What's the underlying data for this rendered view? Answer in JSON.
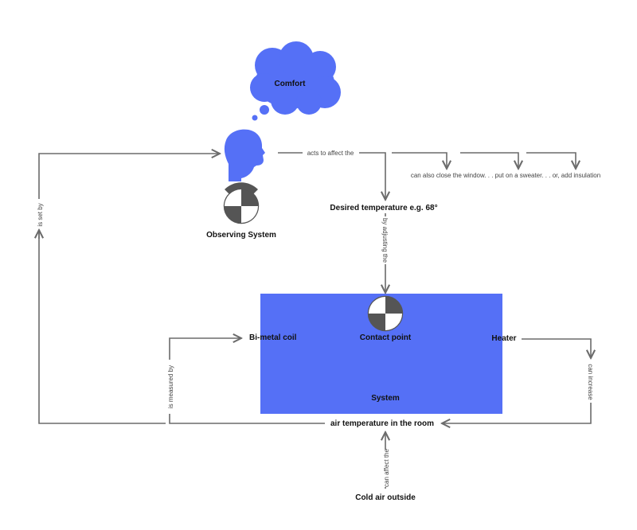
{
  "colors": {
    "accent": "#5570f6",
    "edge": "#6b6b6b",
    "disk_dark": "#555555",
    "text": "#111111"
  },
  "nodes": {
    "comfort": "Comfort",
    "observing_system": "Observing System",
    "desired_temperature": "Desired temperature e.g. 68°",
    "bimetal_coil": "Bi-metal coil",
    "contact_point": "Contact point",
    "heater": "Heater",
    "system": "System",
    "air_temperature": "air temperature in the room",
    "cold_air": "Cold air outside"
  },
  "edges": {
    "acts_to_affect": "acts to affect the",
    "alternatives": "can also close the window. . . put on a sweater. . . or, add insulation",
    "by_adjusting": "by adjusting the",
    "can_increase": "can increase",
    "is_measured_by": "is measured by",
    "is_set_by": "is set by",
    "can_affect": "can affect the"
  },
  "icons": {
    "thought_cloud": "thought-cloud-icon",
    "head": "human-head-icon",
    "observer_disk": "variety-disk-icon",
    "system_disk": "variety-disk-icon"
  }
}
